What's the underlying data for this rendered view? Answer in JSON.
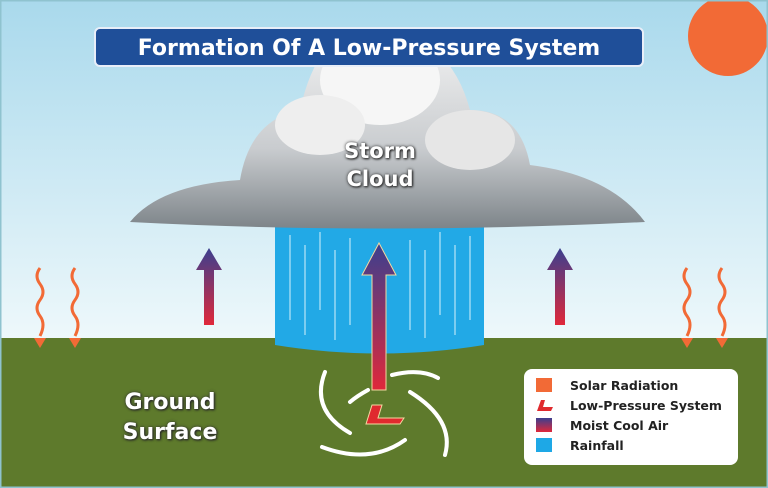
{
  "title": "Formation Of A Low-Pressure System",
  "labels": {
    "storm_cloud": "Storm Cloud",
    "ground_surface": "Ground Surface"
  },
  "legend": [
    {
      "label": "Solar Radiation",
      "color": "#f26a36",
      "icon": "square"
    },
    {
      "label": "Low-Pressure System",
      "color": "#e02a2e",
      "icon": "L-symbol"
    },
    {
      "label": "Moist Cool Air",
      "color": "#8a3a6e",
      "icon": "gradient-square"
    },
    {
      "label": "Rainfall",
      "color": "#1ea8e6",
      "icon": "square"
    }
  ],
  "colors": {
    "sky": "#cfe9f4",
    "ground": "#5e7a2c",
    "sun": "#f26a36",
    "rain": "#22a9e6"
  }
}
